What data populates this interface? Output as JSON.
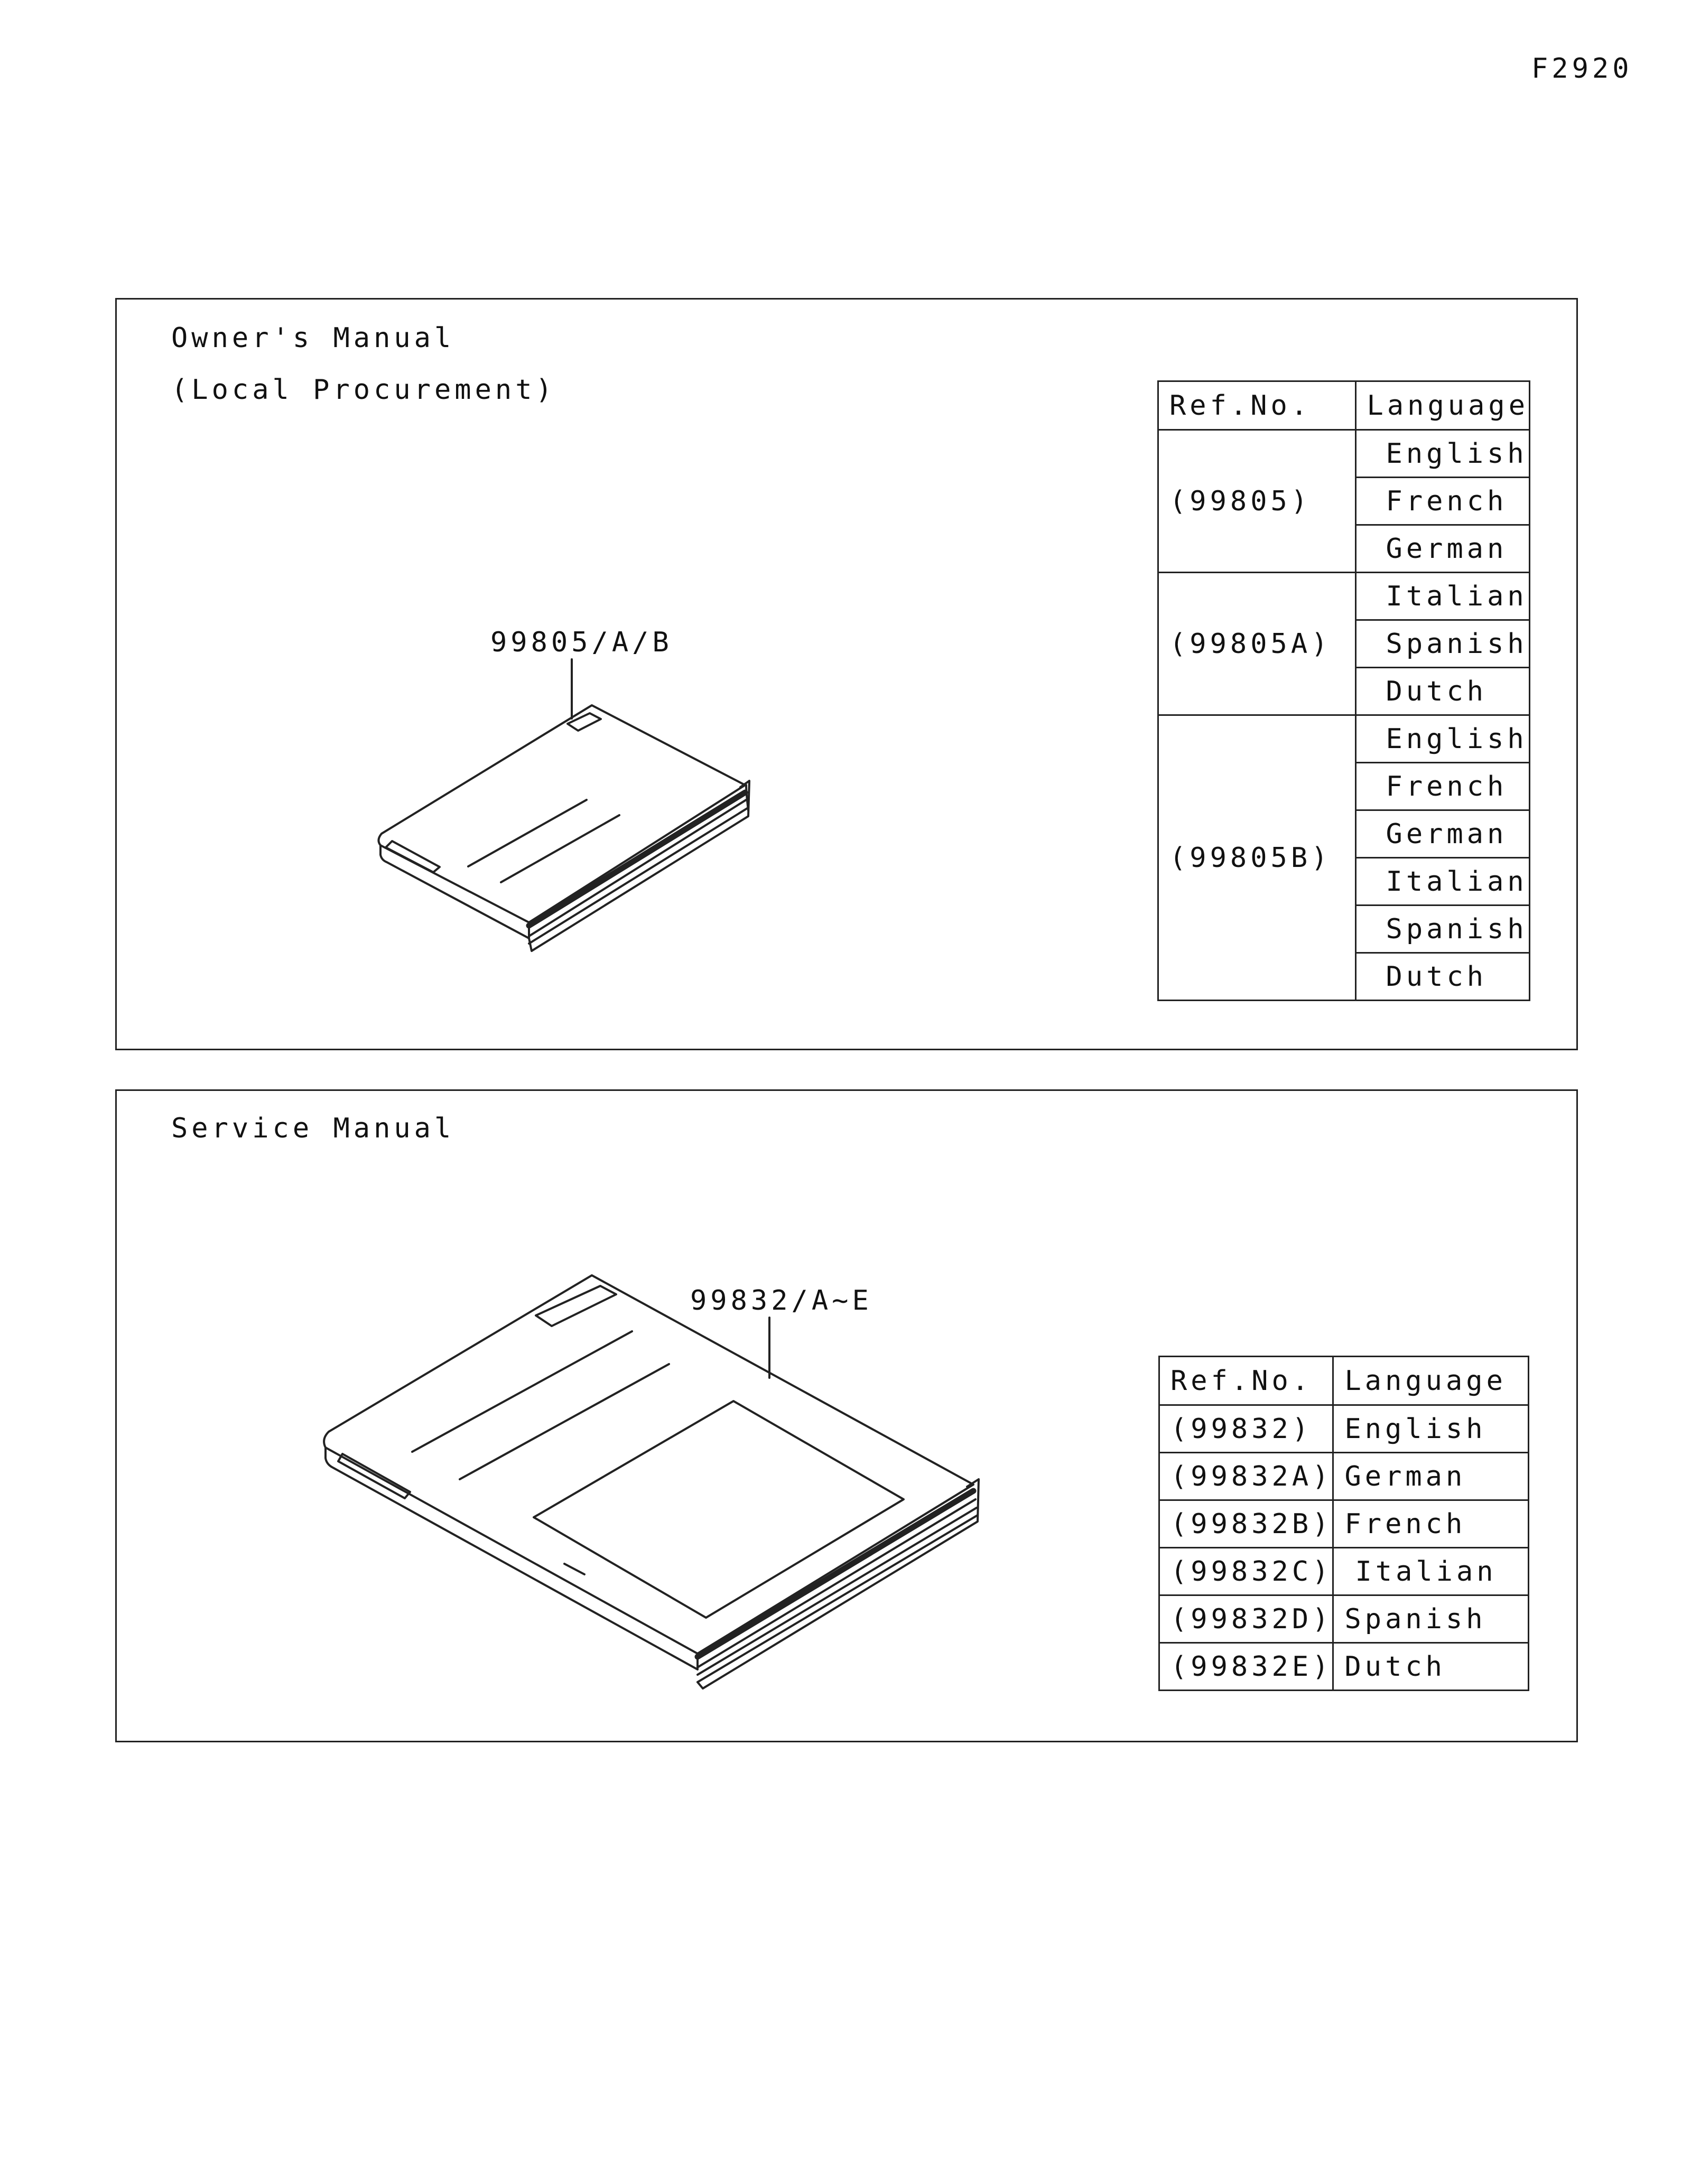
{
  "figure_code": "F2920",
  "owners_manual": {
    "title": "Owner's Manual",
    "subtitle": "(Local Procurement)",
    "callout": "99805/A/B",
    "table": {
      "headers": [
        "Ref.No.",
        "Language"
      ],
      "groups": [
        {
          "ref": "(99805)",
          "languages": [
            "English",
            "French",
            "German"
          ]
        },
        {
          "ref": "(99805A)",
          "languages": [
            "Italian",
            "Spanish",
            "Dutch"
          ]
        },
        {
          "ref": "(99805B)",
          "languages": [
            "English",
            "French",
            "German",
            "Italian",
            "Spanish",
            "Dutch"
          ]
        }
      ]
    }
  },
  "service_manual": {
    "title": "Service Manual",
    "callout": "99832/A~E",
    "table": {
      "headers": [
        "Ref.No.",
        "Language"
      ],
      "rows": [
        {
          "ref": "(99832)",
          "language": "English"
        },
        {
          "ref": "(99832A)",
          "language": "German"
        },
        {
          "ref": "(99832B)",
          "language": "French"
        },
        {
          "ref": "(99832C)",
          "language": "Italian"
        },
        {
          "ref": "(99832D)",
          "language": "Spanish"
        },
        {
          "ref": "(99832E)",
          "language": "Dutch"
        }
      ]
    }
  }
}
